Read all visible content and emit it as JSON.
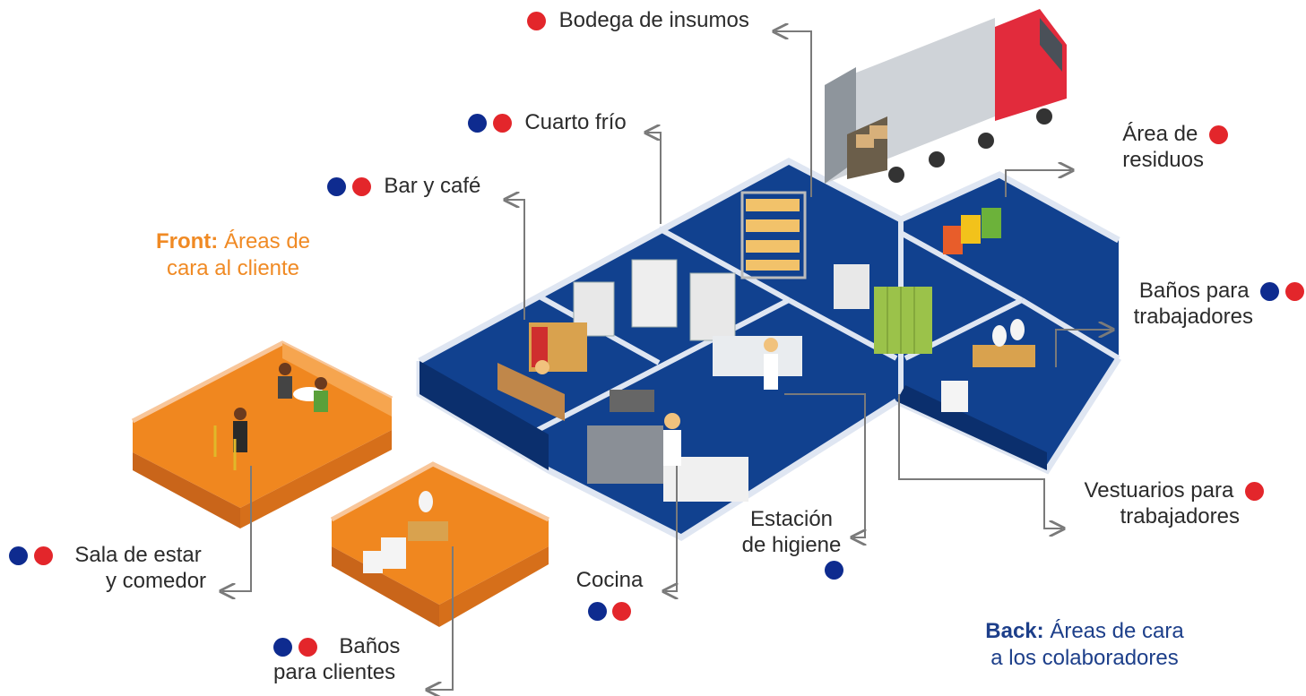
{
  "colors": {
    "blue_dot": "#0e2b8f",
    "red_dot": "#e3262b",
    "front": "#f08a24",
    "back": "#1d3f8a",
    "floor_blue": "#11418f",
    "arrow": "#7a7a7a"
  },
  "front": {
    "title": "Front:",
    "line1": "Áreas de",
    "line2": "cara al cliente"
  },
  "back": {
    "title": "Back:",
    "line1": "Áreas de cara",
    "line2": "a los colaboradores"
  },
  "labels": {
    "bodega": {
      "line1": "Bodega de insumos"
    },
    "cuarto_frio": {
      "line1": "Cuarto frío"
    },
    "bar": {
      "line1": "Bar y café"
    },
    "residuos": {
      "line1": "Área de",
      "line2": "residuos"
    },
    "banos_trab": {
      "line1": "Baños para",
      "line2": "trabajadores"
    },
    "vestuarios": {
      "line1": "Vestuarios para",
      "line2": "trabajadores"
    },
    "higiene": {
      "line1": "Estación",
      "line2": "de higiene"
    },
    "cocina": {
      "line1": "Cocina"
    },
    "sala": {
      "line1": "Sala de estar",
      "line2": "y comedor"
    },
    "banos_cli": {
      "line1": "Baños",
      "line2": "para clientes"
    }
  }
}
